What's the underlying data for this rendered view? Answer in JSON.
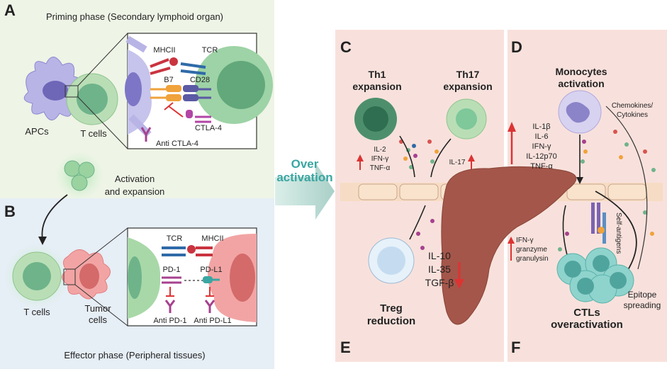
{
  "panels": {
    "a": {
      "letter": "A",
      "title": "Priming phase (Secondary lymphoid organ)",
      "apcs": "APCs",
      "tcells": "T cells",
      "mhc": "MHCII",
      "tcr": "TCR",
      "b7": "B7",
      "cd28": "CD28",
      "ctla4": "CTLA-4",
      "anti": "Anti CTLA-4"
    },
    "act": {
      "line1": "Activation",
      "line2": "and expansion"
    },
    "b": {
      "letter": "B",
      "title": "Effector phase (Peripheral tissues)",
      "tcells": "T cells",
      "tumor1": "Tumor",
      "tumor2": "cells",
      "tcr": "TCR",
      "mhc": "MHCII",
      "pd1": "PD-1",
      "pdl1": "PD-L1",
      "anti_pd1": "Anti PD-1",
      "anti_pdl1": "Anti PD-L1"
    },
    "over": {
      "line1": "Over",
      "line2": "activation"
    },
    "c": {
      "letter": "C",
      "th1_1": "Th1",
      "th1_2": "expansion",
      "th17_1": "Th17",
      "th17_2": "expansion",
      "cyt": [
        "IL-2",
        "IFN-γ",
        "TNF-α"
      ],
      "il17": "IL-17"
    },
    "d": {
      "letter": "D",
      "mono1": "Monocytes",
      "mono2": "activation",
      "chemo1": "Chemokines/",
      "chemo2": "Cytokines",
      "cyt": [
        "IL-1β",
        "IL-6",
        "IFN-γ",
        "IL-12p70",
        "TNF-α"
      ]
    },
    "liver": "Liver",
    "e": {
      "letter": "E",
      "cyt": [
        "IL-10",
        "IL-35",
        "TGF-β"
      ],
      "treg1": "Treg",
      "treg2": "reduction"
    },
    "f": {
      "letter": "F",
      "cyt": [
        "IFN-γ",
        "granzyme",
        "granulysin"
      ],
      "self": "Self-antigens",
      "epi1": "Epitope",
      "epi2": "spreading",
      "ctl1": "CTLs",
      "ctl2": "overactivation"
    }
  }
}
